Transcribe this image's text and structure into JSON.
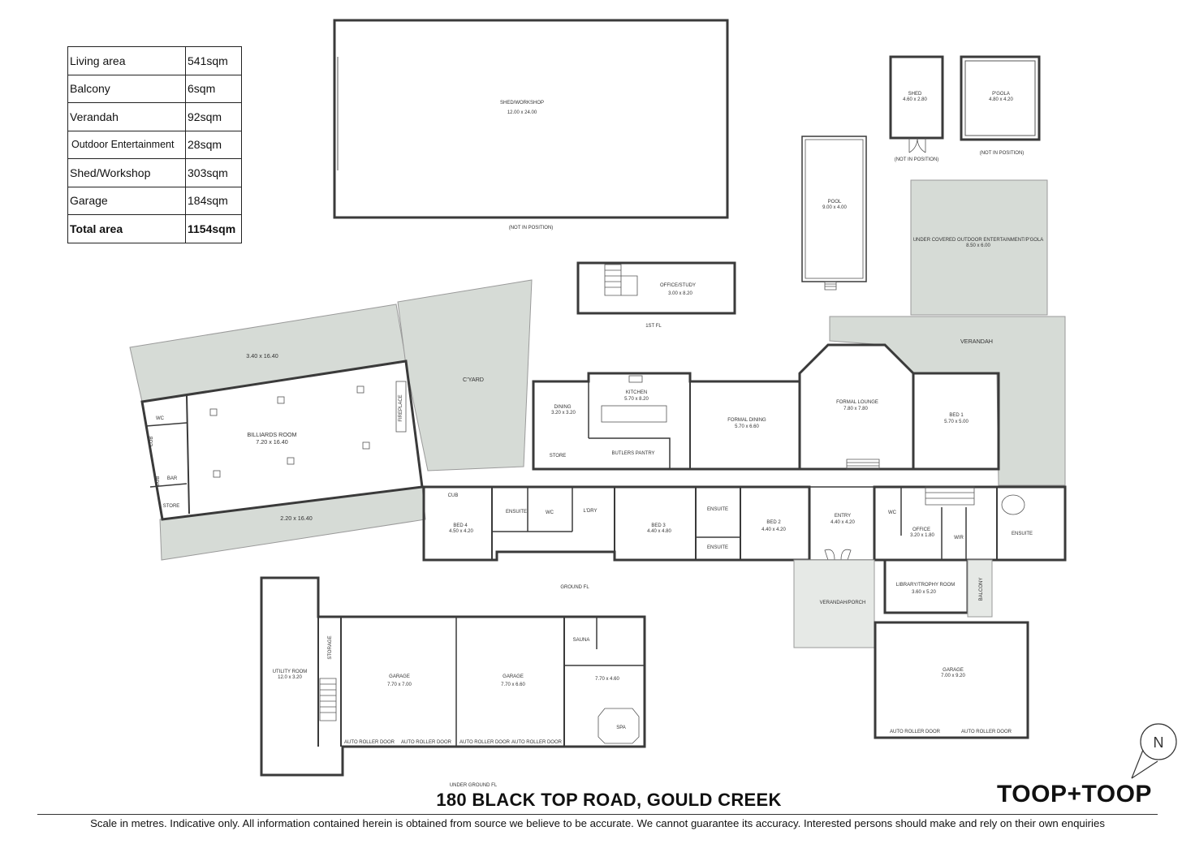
{
  "area_table": [
    {
      "label": "Living area",
      "value": "541sqm"
    },
    {
      "label": "Balcony",
      "value": "6sqm"
    },
    {
      "label": "Verandah",
      "value": "92sqm"
    },
    {
      "label": "Outdoor Entertainment",
      "value": "28sqm"
    },
    {
      "label": "Shed/Workshop",
      "value": "303sqm"
    },
    {
      "label": "Garage",
      "value": "184sqm"
    },
    {
      "label": "Total area",
      "value": "1154sqm"
    }
  ],
  "shed_workshop": {
    "name": "SHED/WORKSHOP",
    "dims": "12.00 x 24.00",
    "note": "(NOT IN POSITION)"
  },
  "shed": {
    "name": "SHED",
    "dims": "4.60 x 2.80",
    "note": "(NOT IN POSITION)"
  },
  "pergola": {
    "name": "P'GOLA",
    "dims": "4.80 x 4.20",
    "note": "(NOT IN POSITION)"
  },
  "pool": {
    "name": "POOL",
    "dims": "9.00 x 4.00"
  },
  "outdoor_ent": {
    "name": "UNDER COVERED OUTDOOR ENTERTAINMENT/P'GOLA",
    "dims": "8.50 x 6.00"
  },
  "office_study": {
    "name": "OFFICE/STUDY",
    "dims": "3.00 x 8.20"
  },
  "first_floor_label": "1ST FL",
  "ground_floor_label": "GROUND FL",
  "underground_label": "UNDER GROUND FL",
  "rooms": {
    "verandah_top": "3.40 x 16.40",
    "verandah_bottom": "2.20 x 16.40",
    "billiards": {
      "name": "BILLIARDS ROOM",
      "dims": "7.20 x 16.40"
    },
    "wc_bill": "WC",
    "cub1": "CUB",
    "cub2": "CUB",
    "bar": "BAR",
    "store_bill": "STORE",
    "fireplace": "FIREPLACE",
    "cyard": "C'YARD",
    "dining": {
      "name": "DINING",
      "dims": "3.20 x 3.20"
    },
    "kitchen": {
      "name": "KITCHEN",
      "dims": "5.70 x 8.20"
    },
    "store_k": "STORE",
    "butlers": "BUTLERS PANTRY",
    "formal_dining": {
      "name": "FORMAL DINING",
      "dims": "5.70 x 6.60"
    },
    "formal_lounge": {
      "name": "FORMAL LOUNGE",
      "dims": "7.80 x 7.80"
    },
    "verandah_right": "VERANDAH",
    "bed1": {
      "name": "BED 1",
      "dims": "5.70 x 5.00"
    },
    "cub3": "CUB",
    "bed4": {
      "name": "BED 4",
      "dims": "4.50 x 4.20"
    },
    "ensuite_a": "ENSUITE",
    "wc_a": "WC",
    "ldry": "L'DRY",
    "bed3": {
      "name": "BED 3",
      "dims": "4.40 x 4.80"
    },
    "ensuite_b": "ENSUITE",
    "ensuite_c": "ENSUITE",
    "bed2": {
      "name": "BED 2",
      "dims": "4.40 x 4.20"
    },
    "entry": {
      "name": "ENTRY",
      "dims": "4.40 x 4.20"
    },
    "wc_b": "WC",
    "office": {
      "name": "OFFICE",
      "dims": "3.20 x 1.80"
    },
    "wir": "WIR",
    "ensuite_d": "ENSUITE",
    "verandah_porch": "VERANDAH/PORCH",
    "library": {
      "name": "LIBRARY/TROPHY ROOM",
      "dims": "3.60 x 5.20"
    },
    "balcony": "BALCONY",
    "garage_r": {
      "name": "GARAGE",
      "dims": "7.00 x 9.20"
    },
    "auto1": "AUTO ROLLER DOOR",
    "auto2": "AUTO ROLLER DOOR",
    "utility": {
      "name": "UTILITY ROOM",
      "dims": "12.0 x 3.20"
    },
    "storage": "STORAGE",
    "garage_l1": {
      "name": "GARAGE",
      "dims": "7.70 x 7.00"
    },
    "garage_l2": {
      "name": "GARAGE",
      "dims": "7.70 x 6.60"
    },
    "sauna": "SAUNA",
    "room_770": "7.70 x 4.60",
    "spa": "SPA",
    "auto3": "AUTO ROLLER DOOR",
    "auto4": "AUTO ROLLER DOOR",
    "auto5": "AUTO ROLLER DOOR",
    "auto6": "AUTO ROLLER DOOR"
  },
  "address": "180 BLACK TOP ROAD, GOULD CREEK",
  "brand": "TOOP+TOOP",
  "compass_letter": "N",
  "disclaimer": "Scale in metres. Indicative only. All information contained herein is obtained from source we believe to be accurate. We cannot guarantee its accuracy. Interested persons should make and rely on their own enquiries"
}
